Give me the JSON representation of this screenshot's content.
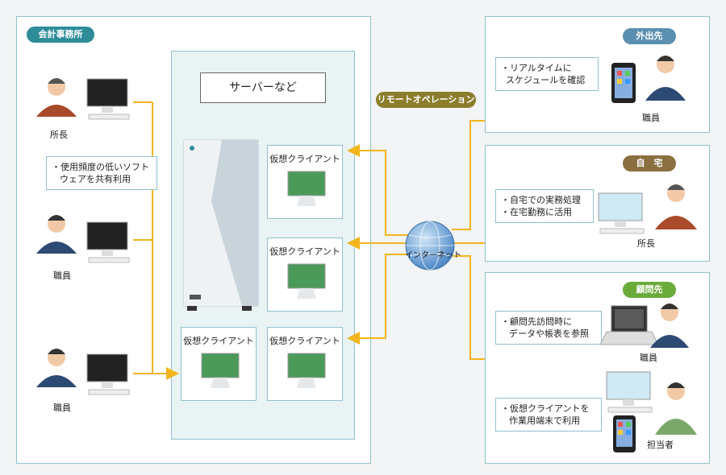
{
  "office": {
    "label": "会計事務所",
    "server_title": "サーバーなど",
    "shared_note_line1": "・使用頻度の低いソフト",
    "shared_note_line2": "ウェアを共有利用",
    "persons": [
      "所長",
      "職員",
      "職員"
    ],
    "virtual_clients": [
      "仮想クライアント",
      "仮想クライアント",
      "仮想クライアント",
      "仮想クライアント"
    ]
  },
  "remote_operation": "リモートオペレーション",
  "internet": "インターネット",
  "outside": {
    "label": "外出先",
    "note_line1": "・リアルタイムに",
    "note_line2": "スケジュールを確認",
    "person": "職員"
  },
  "home": {
    "label": "自　宅",
    "note_line1": "・自宅での実務処理",
    "note_line2": "・在宅勤務に活用",
    "person": "所長"
  },
  "advisor": {
    "label": "顧問先",
    "note1_line1": "・顧問先訪問時に",
    "note1_line2": "データや帳表を参照",
    "person1": "職員",
    "note2_line1": "・仮想クライアントを",
    "note2_line2": "作業用端末で利用",
    "person2": "担当者"
  },
  "colors": {
    "teal": "#2e8c99",
    "olive": "#8b7d2a",
    "brown": "#8a7040",
    "green": "#6bab3a",
    "blue": "#5b8fb0",
    "arrow": "#f2b51c"
  }
}
